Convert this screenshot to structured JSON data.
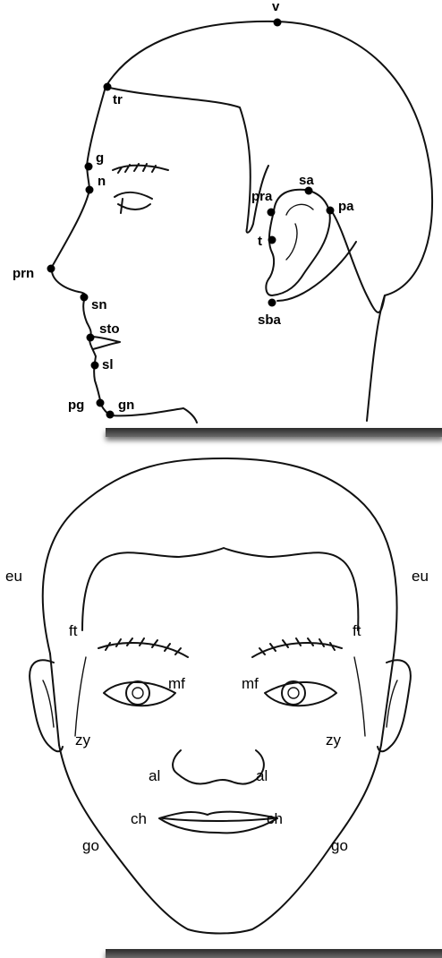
{
  "profile_view": {
    "landmarks": [
      {
        "label": "v"
      },
      {
        "label": "tr"
      },
      {
        "label": "g"
      },
      {
        "label": "n"
      },
      {
        "label": "prn"
      },
      {
        "label": "sn"
      },
      {
        "label": "sto"
      },
      {
        "label": "sl"
      },
      {
        "label": "pg"
      },
      {
        "label": "gn"
      },
      {
        "label": "pra"
      },
      {
        "label": "sa"
      },
      {
        "label": "pa"
      },
      {
        "label": "t"
      },
      {
        "label": "sba"
      }
    ]
  },
  "frontal_view": {
    "landmarks": [
      {
        "label": "eu"
      },
      {
        "label": "eu"
      },
      {
        "label": "ft"
      },
      {
        "label": "ft"
      },
      {
        "label": "mf"
      },
      {
        "label": "mf"
      },
      {
        "label": "zy"
      },
      {
        "label": "zy"
      },
      {
        "label": "al"
      },
      {
        "label": "al"
      },
      {
        "label": "ch"
      },
      {
        "label": "ch"
      },
      {
        "label": "go"
      },
      {
        "label": "go"
      }
    ]
  },
  "colors": {
    "line": "#111111",
    "point": "#000000",
    "separator": "#2a2a2a"
  }
}
